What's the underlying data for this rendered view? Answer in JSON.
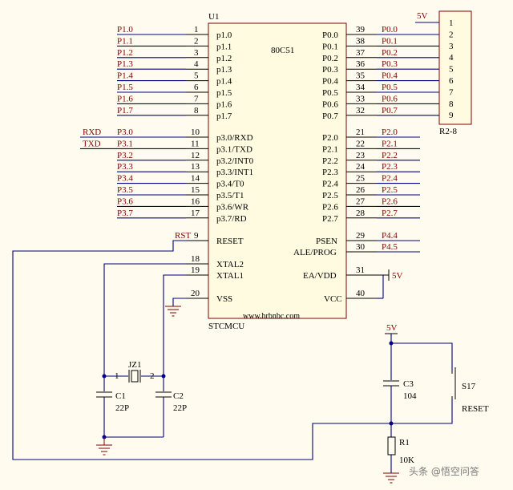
{
  "ic": {
    "designator": "U1",
    "part": "80C51",
    "footer": "STCMCU",
    "website": "www.hrbnbc.com",
    "left_pins": [
      {
        "num": "1",
        "name": "p1.0",
        "net": "P1.0",
        "sig": ""
      },
      {
        "num": "2",
        "name": "p1.1",
        "net": "P1.1",
        "sig": ""
      },
      {
        "num": "3",
        "name": "p1.2",
        "net": "P1.2",
        "sig": ""
      },
      {
        "num": "4",
        "name": "p1.3",
        "net": "P1.3",
        "sig": ""
      },
      {
        "num": "5",
        "name": "p1.4",
        "net": "P1.4",
        "sig": ""
      },
      {
        "num": "6",
        "name": "p1.5",
        "net": "P1.5",
        "sig": ""
      },
      {
        "num": "7",
        "name": "p1.6",
        "net": "P1.6",
        "sig": ""
      },
      {
        "num": "8",
        "name": "p1.7",
        "net": "P1.7",
        "sig": ""
      },
      {
        "num": "10",
        "name": "p3.0/RXD",
        "net": "P3.0",
        "sig": "RXD"
      },
      {
        "num": "11",
        "name": "p3.1/TXD",
        "net": "P3.1",
        "sig": "TXD"
      },
      {
        "num": "12",
        "name": "p3.2/INT0",
        "net": "P3.2",
        "sig": ""
      },
      {
        "num": "13",
        "name": "p3.3/INT1",
        "net": "P3.3",
        "sig": ""
      },
      {
        "num": "14",
        "name": "p3.4/T0",
        "net": "P3.4",
        "sig": ""
      },
      {
        "num": "15",
        "name": "p3.5/T1",
        "net": "P3.5",
        "sig": ""
      },
      {
        "num": "16",
        "name": "p3.6/WR",
        "net": "P3.6",
        "sig": ""
      },
      {
        "num": "17",
        "name": "p3.7/RD",
        "net": "P3.7",
        "sig": ""
      }
    ],
    "right_pins": [
      {
        "num": "39",
        "name": "P0.0",
        "net": "P0.0"
      },
      {
        "num": "38",
        "name": "P0.1",
        "net": "P0.1"
      },
      {
        "num": "37",
        "name": "P0.2",
        "net": "P0.2"
      },
      {
        "num": "36",
        "name": "P0.3",
        "net": "P0.3"
      },
      {
        "num": "35",
        "name": "P0.4",
        "net": "P0.4"
      },
      {
        "num": "34",
        "name": "P0.5",
        "net": "P0.5"
      },
      {
        "num": "33",
        "name": "P0.6",
        "net": "P0.6"
      },
      {
        "num": "32",
        "name": "P0.7",
        "net": "P0.7"
      },
      {
        "num": "21",
        "name": "P2.0",
        "net": "P2.0"
      },
      {
        "num": "22",
        "name": "P2.1",
        "net": "P2.1"
      },
      {
        "num": "23",
        "name": "P2.2",
        "net": "P2.2"
      },
      {
        "num": "24",
        "name": "P2.3",
        "net": "P2.3"
      },
      {
        "num": "25",
        "name": "P2.4",
        "net": "P2.4"
      },
      {
        "num": "26",
        "name": "P2.5",
        "net": "P2.5"
      },
      {
        "num": "27",
        "name": "P2.6",
        "net": "P2.6"
      },
      {
        "num": "28",
        "name": "P2.7",
        "net": "P2.7"
      }
    ],
    "special_left": [
      {
        "num": "9",
        "name": "RESET",
        "net": "RST"
      },
      {
        "num": "18",
        "name": "XTAL2",
        "net": ""
      },
      {
        "num": "19",
        "name": "XTAL1",
        "net": ""
      },
      {
        "num": "20",
        "name": "VSS",
        "net": ""
      }
    ],
    "special_right": [
      {
        "num": "29",
        "name": "PSEN",
        "net": "P4.4"
      },
      {
        "num": "30",
        "name": "ALE/PROG",
        "net": "P4.5"
      },
      {
        "num": "31",
        "name": "EA/VDD",
        "net": "5V"
      },
      {
        "num": "40",
        "name": "VCC",
        "net": ""
      }
    ]
  },
  "connector": {
    "designator": "R2-8",
    "power_label": "5V",
    "pins": [
      "1",
      "2",
      "3",
      "4",
      "5",
      "6",
      "7",
      "8",
      "9"
    ]
  },
  "crystal": {
    "designator": "JZ1",
    "pin1": "1",
    "pin2": "2"
  },
  "c1": {
    "designator": "C1",
    "value": "22P"
  },
  "c2": {
    "designator": "C2",
    "value": "22P"
  },
  "reset": {
    "power_label": "5V",
    "c3": {
      "designator": "C3",
      "value": "104"
    },
    "r1": {
      "designator": "R1",
      "value": "10K"
    },
    "switch": {
      "designator": "S17",
      "label": "RESET"
    }
  },
  "watermark": "头条 @悟空问答"
}
